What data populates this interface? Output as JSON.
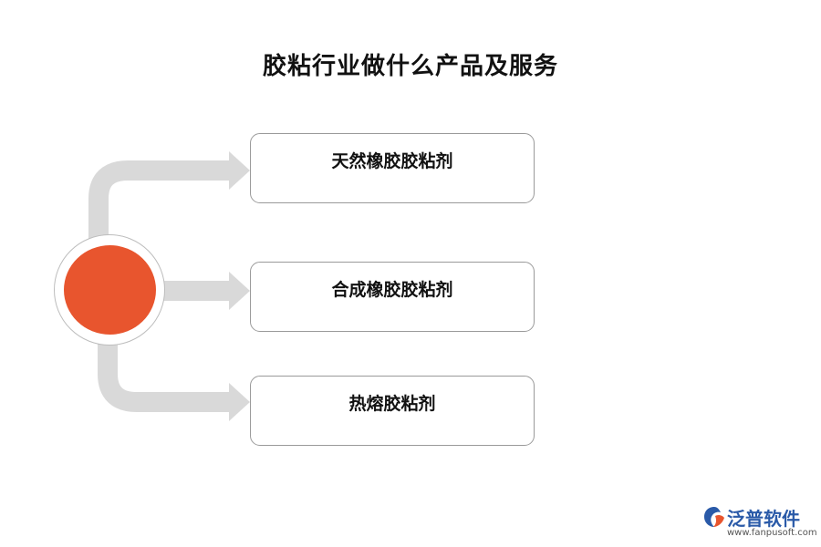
{
  "diagram": {
    "title": "胶粘行业做什么产品及服务",
    "items": [
      {
        "label": "天然橡胶胶粘剂"
      },
      {
        "label": "合成橡胶胶粘剂"
      },
      {
        "label": "热熔胶粘剂"
      }
    ],
    "hub_color": "#e8552e",
    "connector_color": "#d9d9d9"
  },
  "watermark": {
    "brand": "泛普软件",
    "url": "www.fanpusoft.com"
  }
}
